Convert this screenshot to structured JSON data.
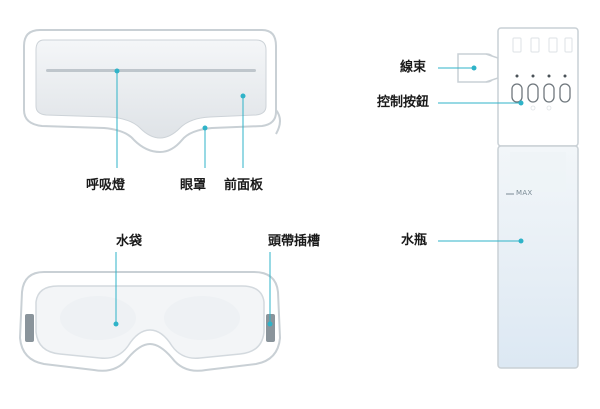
{
  "labels": {
    "breathing_light": "呼吸燈",
    "eye_mask": "眼罩",
    "front_panel": "前面板",
    "water_bag": "水袋",
    "strap_slot": "頭帶插槽",
    "cable": "線束",
    "control_buttons": "控制按鈕",
    "water_bottle": "水瓶",
    "max_mark": "MAX"
  },
  "colors": {
    "callout": "#2fb3c8",
    "outline": "#c9d0d5",
    "bottle_fill": "#e8f1f8",
    "panel_fill": "#e6e9ec"
  }
}
